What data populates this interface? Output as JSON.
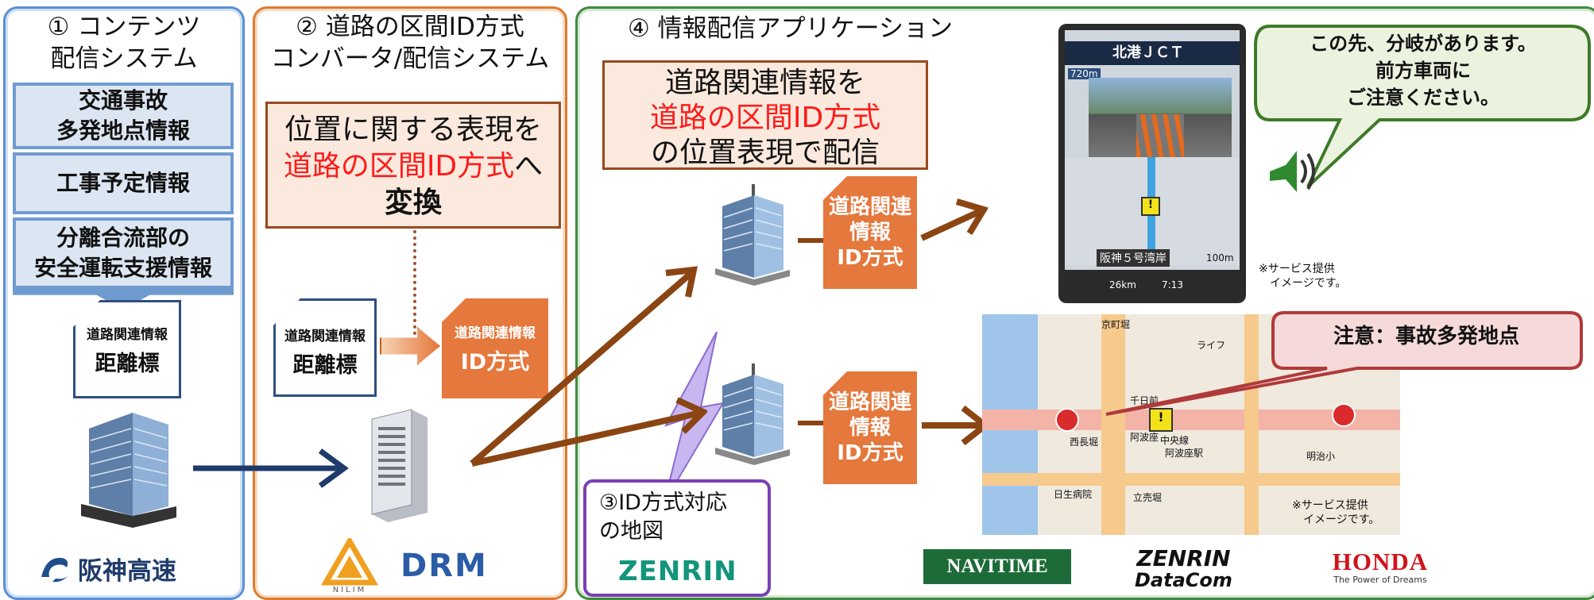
{
  "panels": {
    "p1_title": [
      "① コンテンツ",
      "配信システム"
    ],
    "p2_title": [
      "② 道路の区間ID方式",
      "コンバータ/配信システム"
    ],
    "p4_title": "④ 情報配信アプリケーション"
  },
  "p1": {
    "boxes": [
      [
        "交通事故",
        "多発地点情報"
      ],
      [
        "工事予定情報"
      ],
      [
        "分離合流部の",
        "安全運転支援情報"
      ]
    ],
    "doc": {
      "small": "道路関連情報",
      "big": "距離標"
    },
    "logo": "阪神高速"
  },
  "p2": {
    "callout": {
      "line1": "位置に関する表現を",
      "line2_red": "道路の区間ID方式",
      "line2_tail": "へ",
      "line3": "変換"
    },
    "doc_blue": {
      "small": "道路関連情報",
      "big": "距離標"
    },
    "doc_orange": {
      "small": "道路関連情報",
      "big": "ID方式"
    },
    "logo_drm": "DRM",
    "logo_nilim": "NILIM"
  },
  "p3": {
    "title": [
      "③ID方式対応",
      "の地図"
    ],
    "logo": "ZENRIN"
  },
  "p4": {
    "callout": {
      "line1": "道路関連情報を",
      "line2_red": "道路の区間ID方式",
      "line3": "の位置表現で配信"
    },
    "doc_top": [
      "道路関連",
      "情報",
      "ID方式"
    ],
    "doc_bottom": [
      "道路関連",
      "情報",
      "ID方式"
    ],
    "speech_green": [
      "この先、分岐があります。",
      "前方車両に",
      "ご注意ください。"
    ],
    "speech_red": "注意：事故多発地点",
    "note_top": [
      "※サービス提供",
      "イメージです。"
    ],
    "note_bottom": [
      "※サービス提供",
      "イメージです。"
    ],
    "phone": {
      "header": "北港ＪＣＴ",
      "dist_left": "720m",
      "bottom_label": "阪神５号湾岸",
      "dist_right": "100m",
      "distance": "26km",
      "time": "7:13"
    },
    "map_labels": [
      "千日前",
      "阿波座",
      "中央線",
      "阿波座駅",
      "西長堀",
      "明治小",
      "日生病院",
      "立売堀",
      "ライフ",
      "京町堀"
    ],
    "logos": {
      "navitime": "NAVITIME",
      "zenrin_top": "ZENRIN",
      "zenrin_bottom": "DataCom",
      "honda": "HONDA",
      "honda_tag": "The Power of Dreams"
    }
  },
  "colors": {
    "panel1": "#5b8fd6",
    "panel2": "#e07a2e",
    "panel4": "#3f8a3f",
    "arrow_brown": "#8b4513",
    "arrow_navy": "#1f3b6b",
    "doc_orange": "#e5783c",
    "zenrin_purple": "#7a3fb5"
  }
}
